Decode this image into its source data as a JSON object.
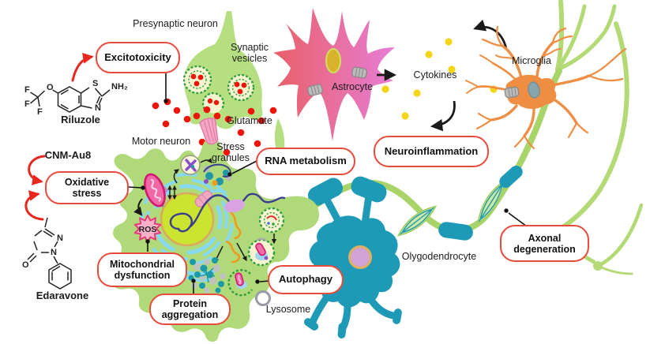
{
  "colors": {
    "box_border": "#e84a3c",
    "neuron_green": "#b0da7a",
    "axon_green": "#a9d46a",
    "astrocyte_pink_left": "#e85f66",
    "astrocyte_pink_right": "#e77ed6",
    "astrocyte_nucleus": "#d9b32c",
    "microglia_orange": "#ef8d43",
    "oligodendrocyte_teal": "#1f9ab6",
    "glutamate_red": "#ee1409",
    "cytokine_yellow": "#f6d418",
    "mitochondria_pink": "#d3186f",
    "ros_star_pink": "#f9b1c9",
    "nucleus_yellow_green": "#cbe42f",
    "er_cyan": "#86d9f2",
    "dna_navy": "#3b3e8f",
    "rna_orange": "#f09a1c",
    "vesicle_ring_green": "#2f9e41",
    "arrow_red": "#e8281e",
    "arrow_black": "#1a1a1a"
  },
  "cells": {
    "presynaptic_neuron": "Presynaptic neuron",
    "motor_neuron": "Motor neuron",
    "astrocyte": "Astrocyte",
    "microglia": "Microglia",
    "olygodendrocyte": "Olygodendrocyte"
  },
  "structures": {
    "synaptic_vesicles": "Synaptic vesicles",
    "glutamate": "Glutamate",
    "cytokines": "Cytokines",
    "stress_granules": "Stress granules",
    "lysosome": "Lysosome",
    "ros": "ROS"
  },
  "mechanisms": {
    "excitotoxicity": "Excitotoxicity",
    "oxidative_stress": "Oxidative stress",
    "mitochondrial_dysfunction": "Mitochondrial dysfunction",
    "protein_aggregation": "Protein aggregation",
    "rna_metabolism": "RNA metabolism",
    "autophagy": "Autophagy",
    "neuroinflammation": "Neuroinflammation",
    "axonal_degeneration": "Axonal degeneration"
  },
  "drugs": {
    "riluzole": "Riluzole",
    "cnm_au8": "CNM-Au8",
    "edaravone": "Edaravone"
  },
  "chem": {
    "riluzole": {
      "f1": "F",
      "f2": "F",
      "f3": "F",
      "o": "O",
      "s": "S",
      "n": "N",
      "nh2": "NH₂"
    },
    "edaravone": {
      "n1": "N",
      "n2": "N",
      "o": "O"
    }
  }
}
